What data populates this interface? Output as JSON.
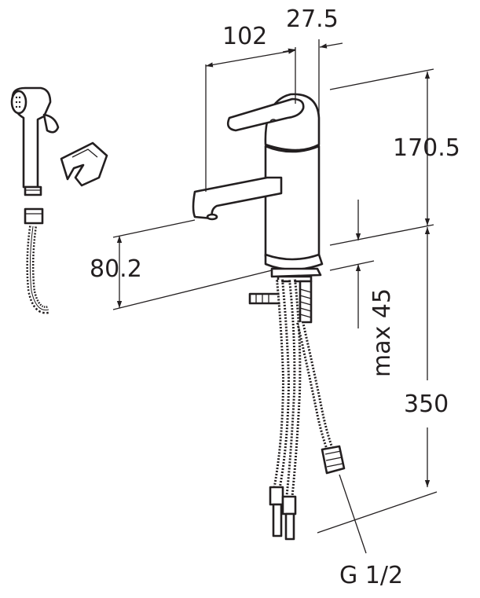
{
  "dimensions": {
    "spout_reach": "102",
    "lever_offset": "27.5",
    "body_height": "170.5",
    "spout_height": "80.2",
    "max_deck_thickness": "max 45",
    "hose_length": "350",
    "connection_thread": "G 1/2"
  },
  "colors": {
    "line": "#231f20",
    "background": "#ffffff"
  }
}
